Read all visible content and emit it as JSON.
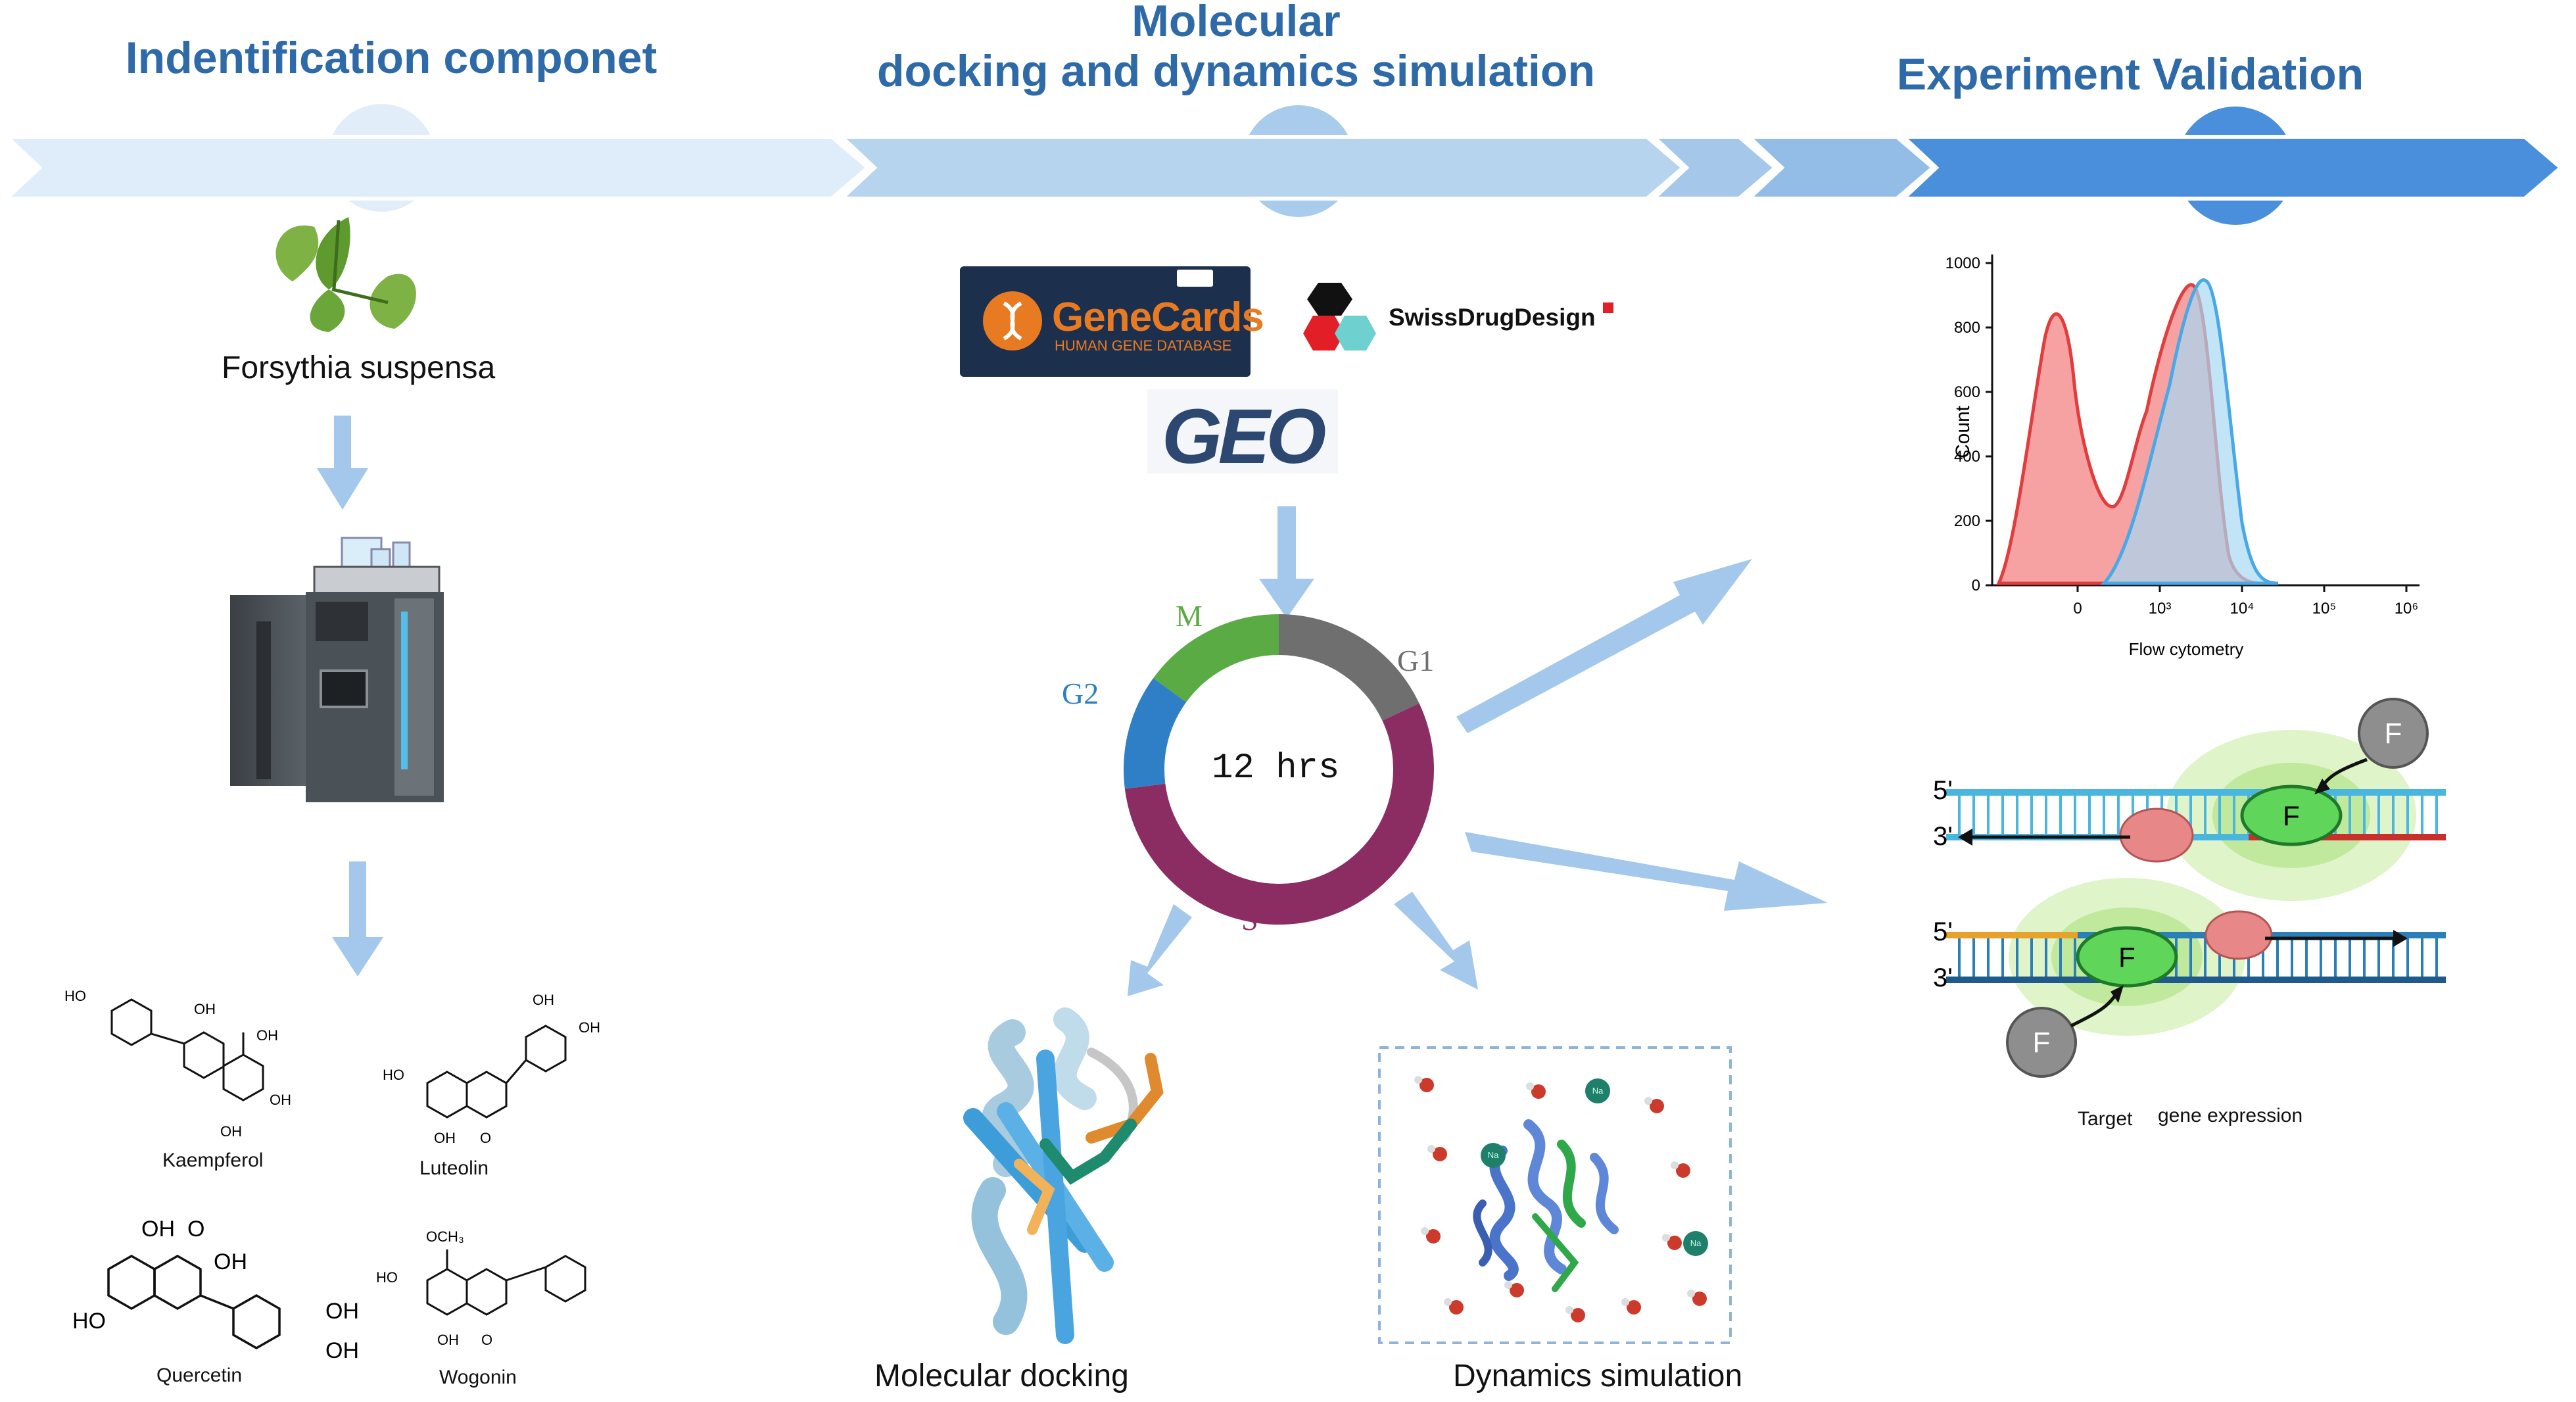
{
  "stages": [
    {
      "title": "Indentification componet"
    },
    {
      "title_line1": "Molecular",
      "title_line2": "docking and dynamics simulation"
    },
    {
      "title": "Experiment Validation"
    }
  ],
  "plant": {
    "label": "Forsythia suspensa"
  },
  "compounds": [
    "Kaempferol",
    "Luteolin",
    "Quercetin",
    "Wogonin"
  ],
  "chem_labels": {
    "oh": "OH",
    "ho": "HO",
    "och3": "OCH₃",
    "o": "O"
  },
  "databases": {
    "genecards_name": "GeneCards",
    "genecards_sub": "HUMAN GENE DATABASE",
    "swiss": "SwissDrugDesign",
    "geo": "GEO"
  },
  "cell_cycle": {
    "center": "12 hrs",
    "phases": [
      {
        "name": "G1",
        "fraction": 0.18,
        "color": "#6f6f6f"
      },
      {
        "name": "S",
        "fraction": 0.55,
        "color": "#8b2d62"
      },
      {
        "name": "G2",
        "fraction": 0.12,
        "color": "#2e7fc5"
      },
      {
        "name": "M",
        "fraction": 0.15,
        "color": "#5aab43"
      }
    ]
  },
  "outputs": {
    "docking": "Molecular docking",
    "dynamics": "Dynamics simulation"
  },
  "md_ions": {
    "na": "Na"
  },
  "flow": {
    "ylabel": "Count",
    "xlabel": "Flow cytometry",
    "yticks": [
      "0",
      "200",
      "400",
      "600",
      "800",
      "1000"
    ],
    "xticks": [
      "0",
      "10³",
      "10⁴",
      "10⁵",
      "10⁶"
    ]
  },
  "gene": {
    "strand5": "5'",
    "strand3": "3'",
    "factor": "F",
    "caption_a": "Target",
    "caption_b": "gene expression"
  }
}
